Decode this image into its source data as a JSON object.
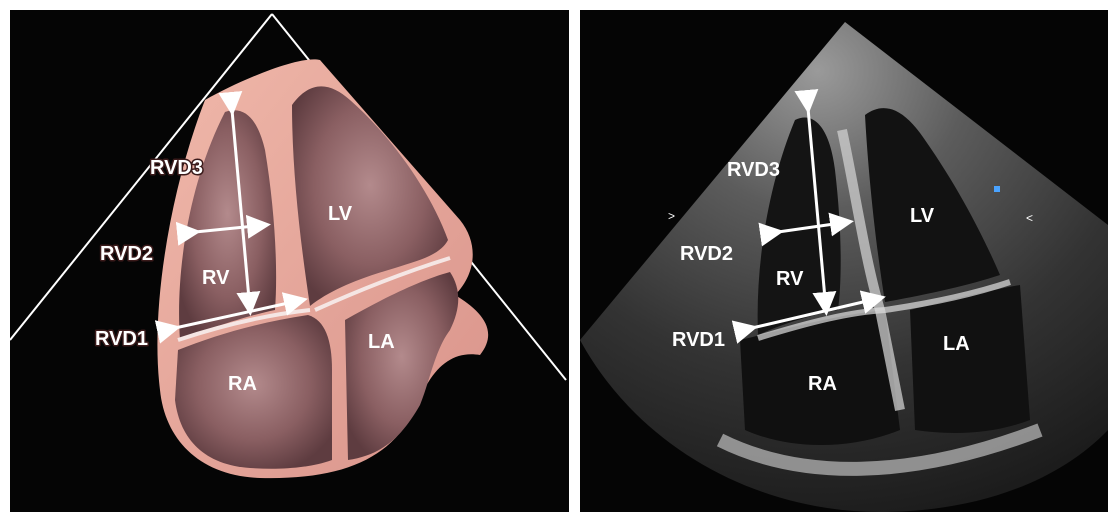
{
  "left_panel": {
    "labels": {
      "rvd3": "RVD3",
      "rvd2": "RVD2",
      "rvd1": "RVD1",
      "rv": "RV",
      "lv": "LV",
      "ra": "RA",
      "la": "LA"
    }
  },
  "right_panel": {
    "labels": {
      "rvd3": "RVD3",
      "rvd2": "RVD2",
      "rvd1": "RVD1",
      "rv": "RV",
      "lv": "LV",
      "ra": "RA",
      "la": "LA"
    }
  },
  "colors": {
    "background": "#050505",
    "myocardium": "#e8a89a",
    "chamber": "#8a5a5c",
    "arrow": "#ffffff",
    "label_text": "#ffffff"
  }
}
